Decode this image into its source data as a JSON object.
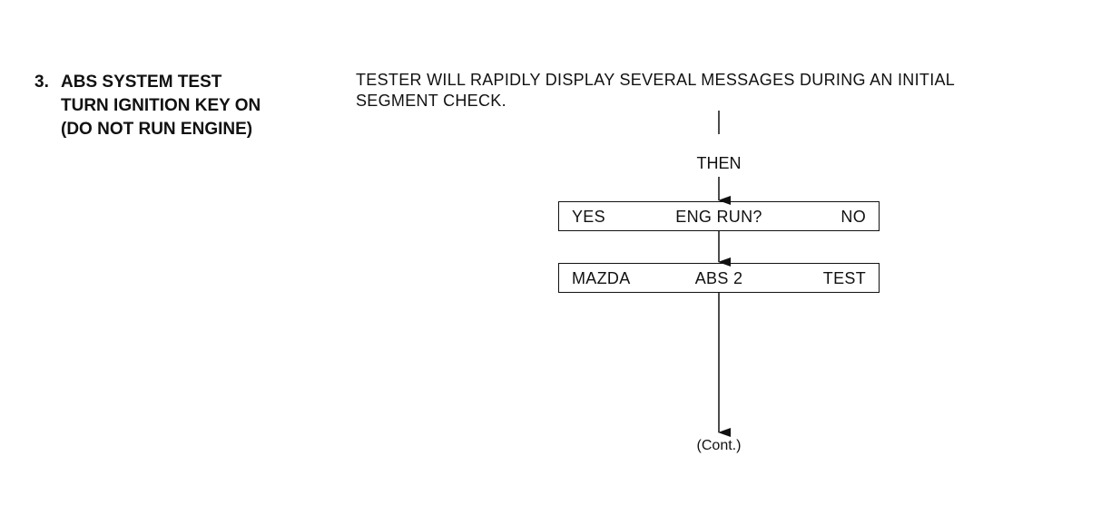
{
  "step": {
    "number": "3.",
    "lines": [
      "ABS SYSTEM TEST",
      "TURN IGNITION KEY ON",
      "(DO NOT RUN ENGINE)"
    ]
  },
  "description": {
    "lines": [
      "TESTER WILL RAPIDLY DISPLAY SEVERAL MESSAGES DURING AN INITIAL",
      "SEGMENT CHECK."
    ]
  },
  "flow": {
    "then_label": "THEN",
    "display1": {
      "left": "YES",
      "center": "ENG RUN?",
      "right": "NO"
    },
    "display2": {
      "left": "MAZDA",
      "center": "ABS 2",
      "right": "TEST"
    },
    "continued_label": "(Cont.)"
  }
}
